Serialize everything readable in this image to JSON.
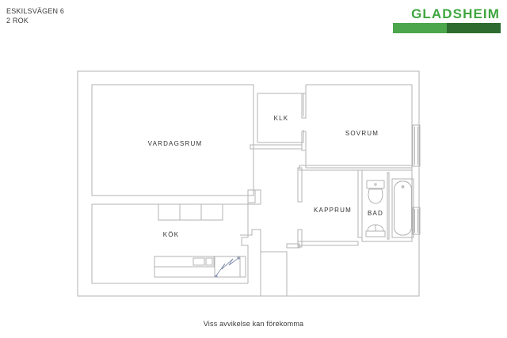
{
  "header": {
    "address": "ESKILSVÄGEN 6",
    "rooms_summary": "2 ROK"
  },
  "brand": {
    "wordmark": "GLADSHEIM",
    "color_text": "#3fa63f",
    "color_bar_light": "#4ca64c",
    "color_bar_dark": "#2e6b2e"
  },
  "footer": {
    "disclaimer": "Viss avvikelse kan förekomma"
  },
  "floorplan": {
    "line_color": "#b3b3b3",
    "fill_color": "#ffffff",
    "rooms": [
      {
        "key": "vardagsrum",
        "label": "VARDAGSRUM"
      },
      {
        "key": "klk",
        "label": "KLK"
      },
      {
        "key": "sovrum",
        "label": "SOVRUM"
      },
      {
        "key": "kapprum",
        "label": "KAPPRUM"
      },
      {
        "key": "bad",
        "label": "BAD"
      },
      {
        "key": "kok",
        "label": "KÖK"
      }
    ],
    "fixtures": [
      {
        "key": "toilet",
        "name": "toilet"
      },
      {
        "key": "washbasin",
        "name": "sink"
      },
      {
        "key": "bathtub",
        "name": "bathtub"
      },
      {
        "key": "kitchen-counter",
        "name": "kitchen-counter"
      },
      {
        "key": "kitchen-sink",
        "name": "kitchen-sink"
      },
      {
        "key": "stove",
        "name": "stove"
      },
      {
        "key": "wall-cabinets",
        "name": "cabinets"
      }
    ],
    "windows": [
      {
        "key": "window-sovrum"
      },
      {
        "key": "window-bad"
      }
    ]
  }
}
